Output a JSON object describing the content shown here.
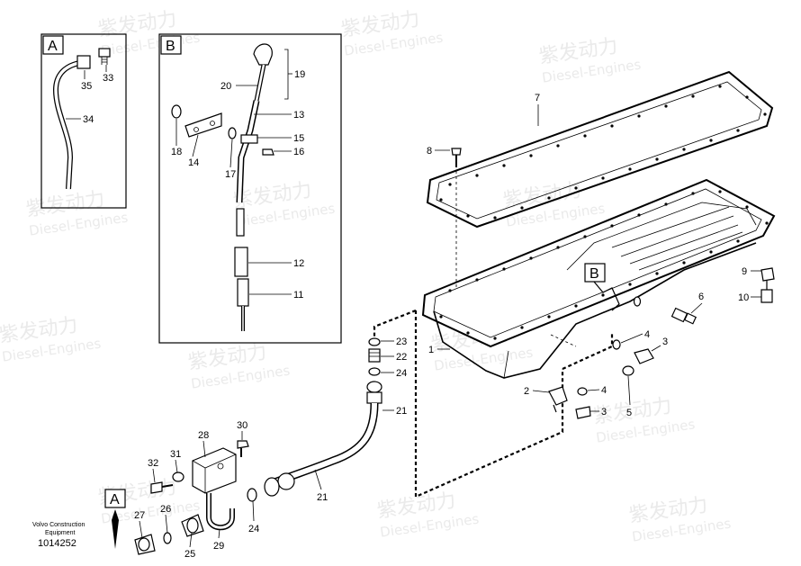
{
  "watermark": {
    "brand_cn": "紫发动力",
    "brand_en": "Diesel-Engines"
  },
  "insets": [
    {
      "letter": "A",
      "labels": [
        "35",
        "33",
        "34"
      ]
    },
    {
      "letter": "B",
      "labels": [
        "20",
        "19",
        "13",
        "15",
        "16",
        "18",
        "14",
        "17",
        "12",
        "11"
      ]
    }
  ],
  "main_labels": [
    "7",
    "8",
    "9",
    "10",
    "6",
    "1",
    "23",
    "22",
    "24",
    "21",
    "2",
    "4",
    "3",
    "4",
    "3",
    "5",
    "28",
    "30",
    "31",
    "32",
    "21",
    "26",
    "27",
    "25",
    "29",
    "24"
  ],
  "callouts": {
    "view_b": "B",
    "view_a": "A"
  },
  "footer": {
    "company": "Volvo Construction",
    "dept": "Equipment",
    "part_number": "1014252"
  }
}
